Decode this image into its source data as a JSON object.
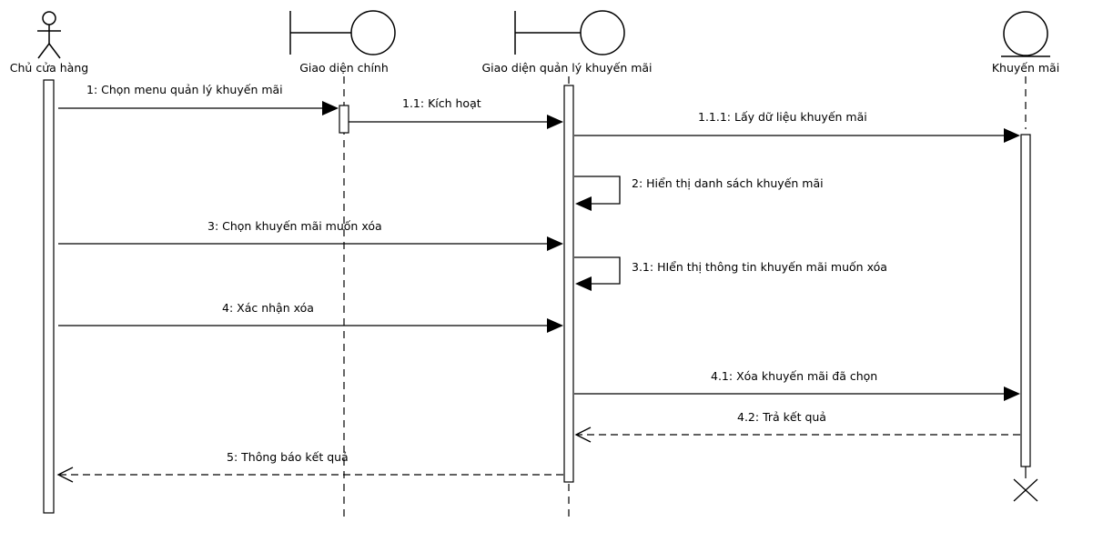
{
  "participants": [
    {
      "id": "owner",
      "name": "Chủ cửa hàng",
      "kind": "actor"
    },
    {
      "id": "main_ui",
      "name": "Giao diện chính",
      "kind": "boundary"
    },
    {
      "id": "promo_ui",
      "name": "Giao diện quản lý khuyến mãi",
      "kind": "boundary"
    },
    {
      "id": "promo",
      "name": "Khuyến mãi",
      "kind": "entity"
    }
  ],
  "messages": [
    {
      "label": "1: Chọn menu quản lý khuyến mãi",
      "from": "owner",
      "to": "main_ui",
      "kind": "sync"
    },
    {
      "label": "1.1: Kích hoạt",
      "from": "main_ui",
      "to": "promo_ui",
      "kind": "sync"
    },
    {
      "label": "1.1.1: Lấy dữ liệu khuyến mãi",
      "from": "promo_ui",
      "to": "promo",
      "kind": "sync"
    },
    {
      "label": "2: Hiển thị danh sách khuyến mãi",
      "from": "promo_ui",
      "to": "promo_ui",
      "kind": "self"
    },
    {
      "label": "3: Chọn khuyến mãi muốn xóa",
      "from": "owner",
      "to": "promo_ui",
      "kind": "sync"
    },
    {
      "label": "3.1: HIển thị thông tin khuyến mãi muốn xóa",
      "from": "promo_ui",
      "to": "promo_ui",
      "kind": "self"
    },
    {
      "label": "4: Xác nhận xóa",
      "from": "owner",
      "to": "promo_ui",
      "kind": "sync"
    },
    {
      "label": "4.1: Xóa khuyến mãi đã chọn",
      "from": "promo_ui",
      "to": "promo",
      "kind": "sync"
    },
    {
      "label": "4.2: Trả kết quả",
      "from": "promo",
      "to": "promo_ui",
      "kind": "reply"
    },
    {
      "label": "5: Thông báo kết quả",
      "from": "promo_ui",
      "to": "owner",
      "kind": "reply"
    }
  ]
}
